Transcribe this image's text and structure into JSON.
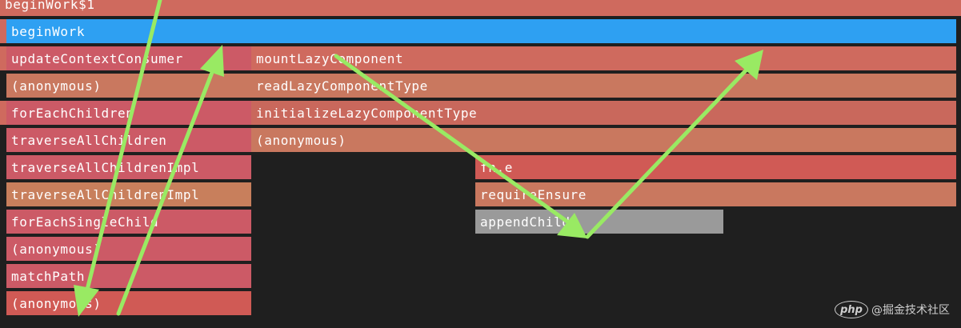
{
  "flamegraph": {
    "frames": {
      "beginWork1": "beginWork$1",
      "beginWork": "beginWork",
      "updateContextConsumer": "updateContextConsumer",
      "mountLazyComponent": "mountLazyComponent",
      "anonymous_left_1": "(anonymous)",
      "readLazyComponentType": "readLazyComponentType",
      "forEachChildren": "forEachChildren",
      "initializeLazyComponentType": "initializeLazyComponentType",
      "traverseAllChildren": "traverseAllChildren",
      "anonymous_mid": "(anonymous)",
      "traverseAllChildrenImpl_1": "traverseAllChildrenImpl",
      "fn_e": "fn.e",
      "traverseAllChildrenImpl_2": "traverseAllChildrenImpl",
      "requireEnsure": "requireEnsure",
      "forEachSingleChild": "forEachSingleChild",
      "appendChild": "appendChild",
      "anonymous_left_2": "(anonymous)",
      "matchPath": "matchPath",
      "anonymous_left_3": "(anonymous)"
    },
    "colors": {
      "highlight": "#2ea0f2",
      "annotation_arrows": "#99ea63",
      "background": "#1f1f1f"
    }
  },
  "watermark": {
    "logo_text": "php",
    "site_text": "@掘金技术社区"
  }
}
